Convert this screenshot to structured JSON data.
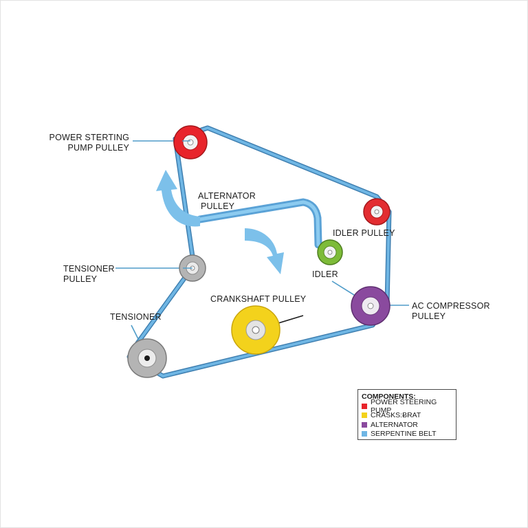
{
  "labels": {
    "power_steering": [
      "POWER STERTING",
      "PUMP PULLEY"
    ],
    "alternator": [
      "ALTERNATOR",
      "PULLEY"
    ],
    "idler_pulley": "IDLER PULLEY",
    "idler": "IDLER",
    "tensioner_pulley": [
      "TENSIONER",
      "PULLEY"
    ],
    "tensioner": "TENSIONER",
    "crankshaft": "CRANKSHAFT PULLEY",
    "ac_compressor": [
      "AC COMPRESSOR",
      "PULLEY"
    ]
  },
  "legend": {
    "title": "COMPONENTS:",
    "items": [
      {
        "label": "POWER STEERING PUMP",
        "color": "#e8242b"
      },
      {
        "label": "CRASKS:ɃRAT",
        "color": "#f3d21c"
      },
      {
        "label": "ALTERNATOR",
        "color": "#8a4a9e"
      },
      {
        "label": "SERPENTINE BELT",
        "color": "#6fb6e4"
      }
    ]
  },
  "colors": {
    "belt": "#6fb6e4",
    "belt_edge": "#3f7fb0",
    "arrow": "#7cc0ea",
    "power_steering": "#e8242b",
    "idler_top": "#e32d31",
    "idler_green": "#7dbb38",
    "ac_compressor": "#8a4a9e",
    "crankshaft": "#f3d21c",
    "tensioner": "#b4b4b4",
    "callout": "#4f9cc9"
  }
}
